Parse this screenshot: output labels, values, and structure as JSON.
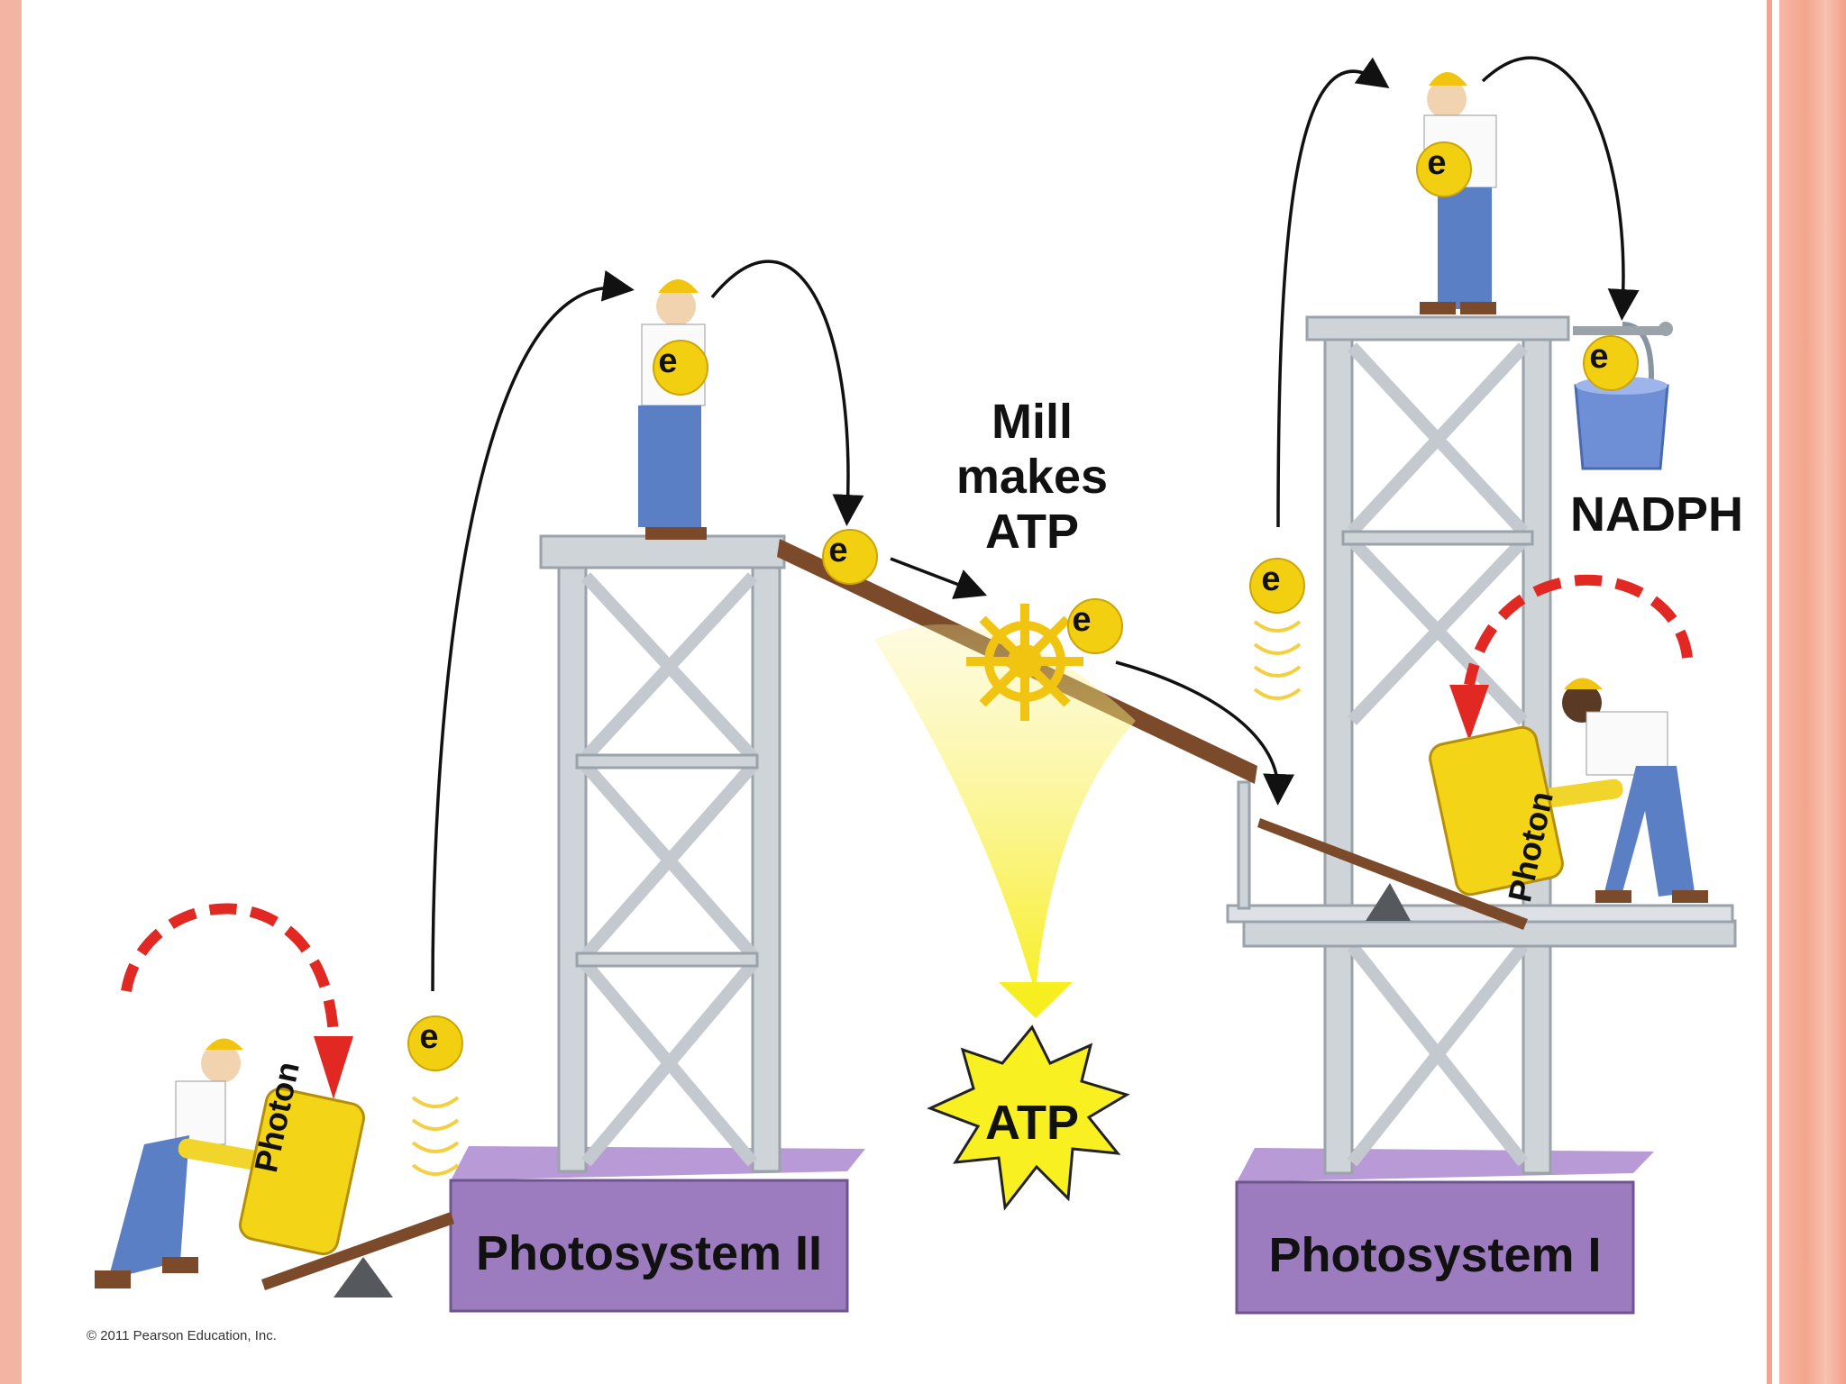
{
  "labels": {
    "photosystem_2": "Photosystem II",
    "photosystem_1": "Photosystem I",
    "mill": "Mill makes ATP",
    "nadph": "NADPH",
    "atp": "ATP",
    "photon": "Photon",
    "electron": "e",
    "copyright": "© 2011 Pearson Education, Inc."
  },
  "colors": {
    "platform": "#9c7bbf",
    "tower": "#c7ccd2",
    "electron": "#f2cf10",
    "arrow_red": "#e12822",
    "ramp": "#7a4a2a",
    "atp_burst": "#f8f020"
  }
}
